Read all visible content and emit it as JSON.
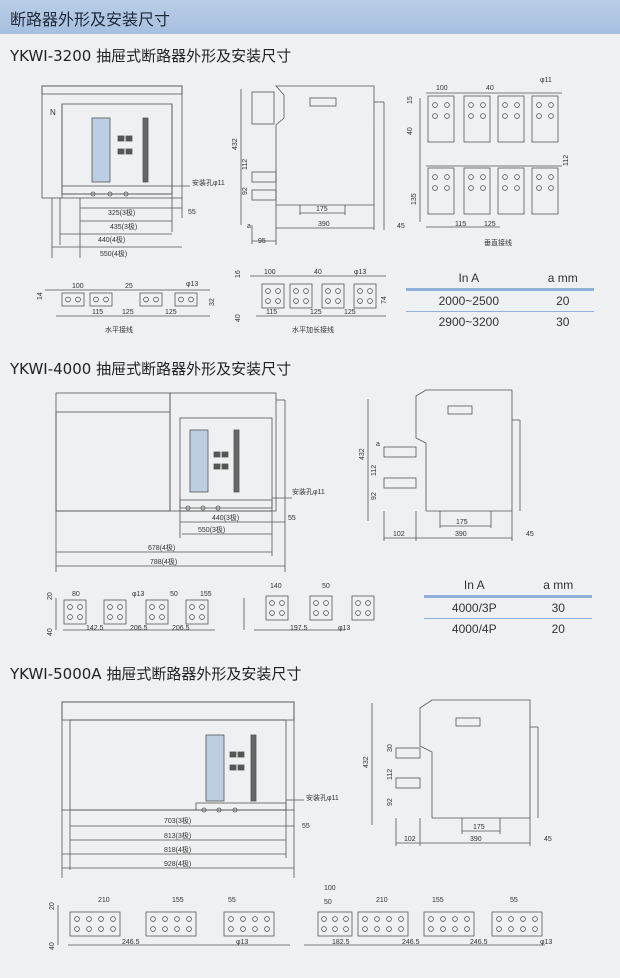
{
  "header": {
    "title": "断路器外形及安装尺寸"
  },
  "sections": [
    {
      "title": "YKWI-3200 抽屉式断路器外形及安装尺寸"
    },
    {
      "title": "YKWI-4000 抽屉式断路器外形及安装尺寸"
    },
    {
      "title": "YKWI-5000A 抽屉式断路器外形及安装尺寸"
    }
  ],
  "labels": {
    "n": "N",
    "mount_hole": "安装孔φ11",
    "vertical_wiring": "垂直接线",
    "horizontal_wiring": "水平接线",
    "horizontal_long_wiring": "水平加长接线",
    "a": "a",
    "phi11": "φ11",
    "phi13": "φ13"
  },
  "dims3200": {
    "d325": "325(3极)",
    "d55": "55",
    "d435": "435(3极)",
    "d440": "440(4极)",
    "d550": "550(4极)",
    "d432": "432",
    "d112": "112",
    "d92": "92",
    "d175": "175",
    "d390": "390",
    "d95": "95",
    "d45": "45",
    "d100": "100",
    "d40": "40",
    "d15": "15",
    "d135": "135",
    "d115": "115",
    "d125": "125",
    "d14": "14",
    "d25": "25",
    "d32": "32",
    "d16": "16",
    "d74": "74"
  },
  "dims4000": {
    "d440": "440(3极)",
    "d55": "55",
    "d550": "550(3极)",
    "d678": "678(4极)",
    "d788": "788(4极)",
    "d432": "432",
    "d112": "112",
    "d92": "92",
    "d175": "175",
    "d390": "390",
    "d102": "102",
    "d45": "45",
    "d80": "80",
    "d50": "50",
    "d155": "155",
    "d20": "20",
    "d40": "40",
    "d1425": "142.5",
    "d2065": "206.5",
    "d140": "140",
    "d1975": "197.5"
  },
  "dims5000": {
    "d703": "703(3极)",
    "d55": "55",
    "d813": "813(3极)",
    "d818": "818(4极)",
    "d928": "928(4极)",
    "d432": "432",
    "d30": "30",
    "d112": "112",
    "d92": "92",
    "d175": "175",
    "d390": "390",
    "d102": "102",
    "d45": "45",
    "d210": "210",
    "d155": "155",
    "d55b": "55",
    "d20": "20",
    "d40": "40",
    "d2465": "246.5",
    "d100": "100",
    "d50": "50",
    "d1825": "182.5"
  },
  "table3200": {
    "headers": [
      "In  A",
      "a mm"
    ],
    "rows": [
      [
        "2000~2500",
        "20"
      ],
      [
        "2900~3200",
        "30"
      ]
    ]
  },
  "table4000": {
    "headers": [
      "In  A",
      "a mm"
    ],
    "rows": [
      [
        "4000/3P",
        "30"
      ],
      [
        "4000/4P",
        "20"
      ]
    ]
  }
}
